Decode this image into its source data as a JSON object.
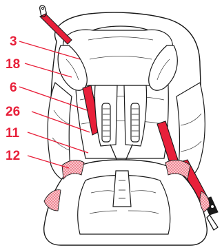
{
  "diagram": {
    "callouts": [
      {
        "id": "c3",
        "label": "3"
      },
      {
        "id": "c18",
        "label": "18"
      },
      {
        "id": "c6",
        "label": "6"
      },
      {
        "id": "c26",
        "label": "26"
      },
      {
        "id": "c11",
        "label": "11"
      },
      {
        "id": "c12",
        "label": "12"
      }
    ]
  },
  "colors": {
    "accent": "#e8203a",
    "line": "#1a1a1a",
    "background": "#ffffff"
  }
}
